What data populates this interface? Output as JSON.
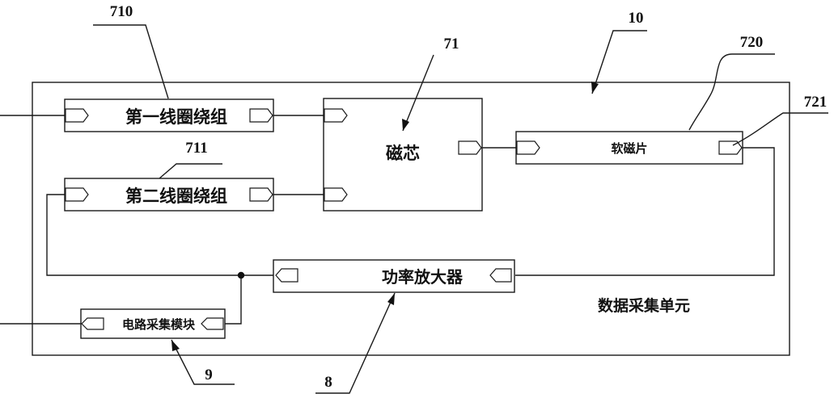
{
  "diagram": {
    "blocks": {
      "coil1": "第一线圈绕组",
      "coil2": "第二线圈绕组",
      "core": "磁芯",
      "soft_sheet": "软磁片",
      "amplifier": "功率放大器",
      "circuit_module": "电路采集模块",
      "unit_label": "数据采集单元"
    },
    "refs": {
      "r710": "710",
      "r711": "711",
      "r71": "71",
      "r10": "10",
      "r720": "720",
      "r721": "721",
      "r9": "9",
      "r8": "8"
    }
  }
}
